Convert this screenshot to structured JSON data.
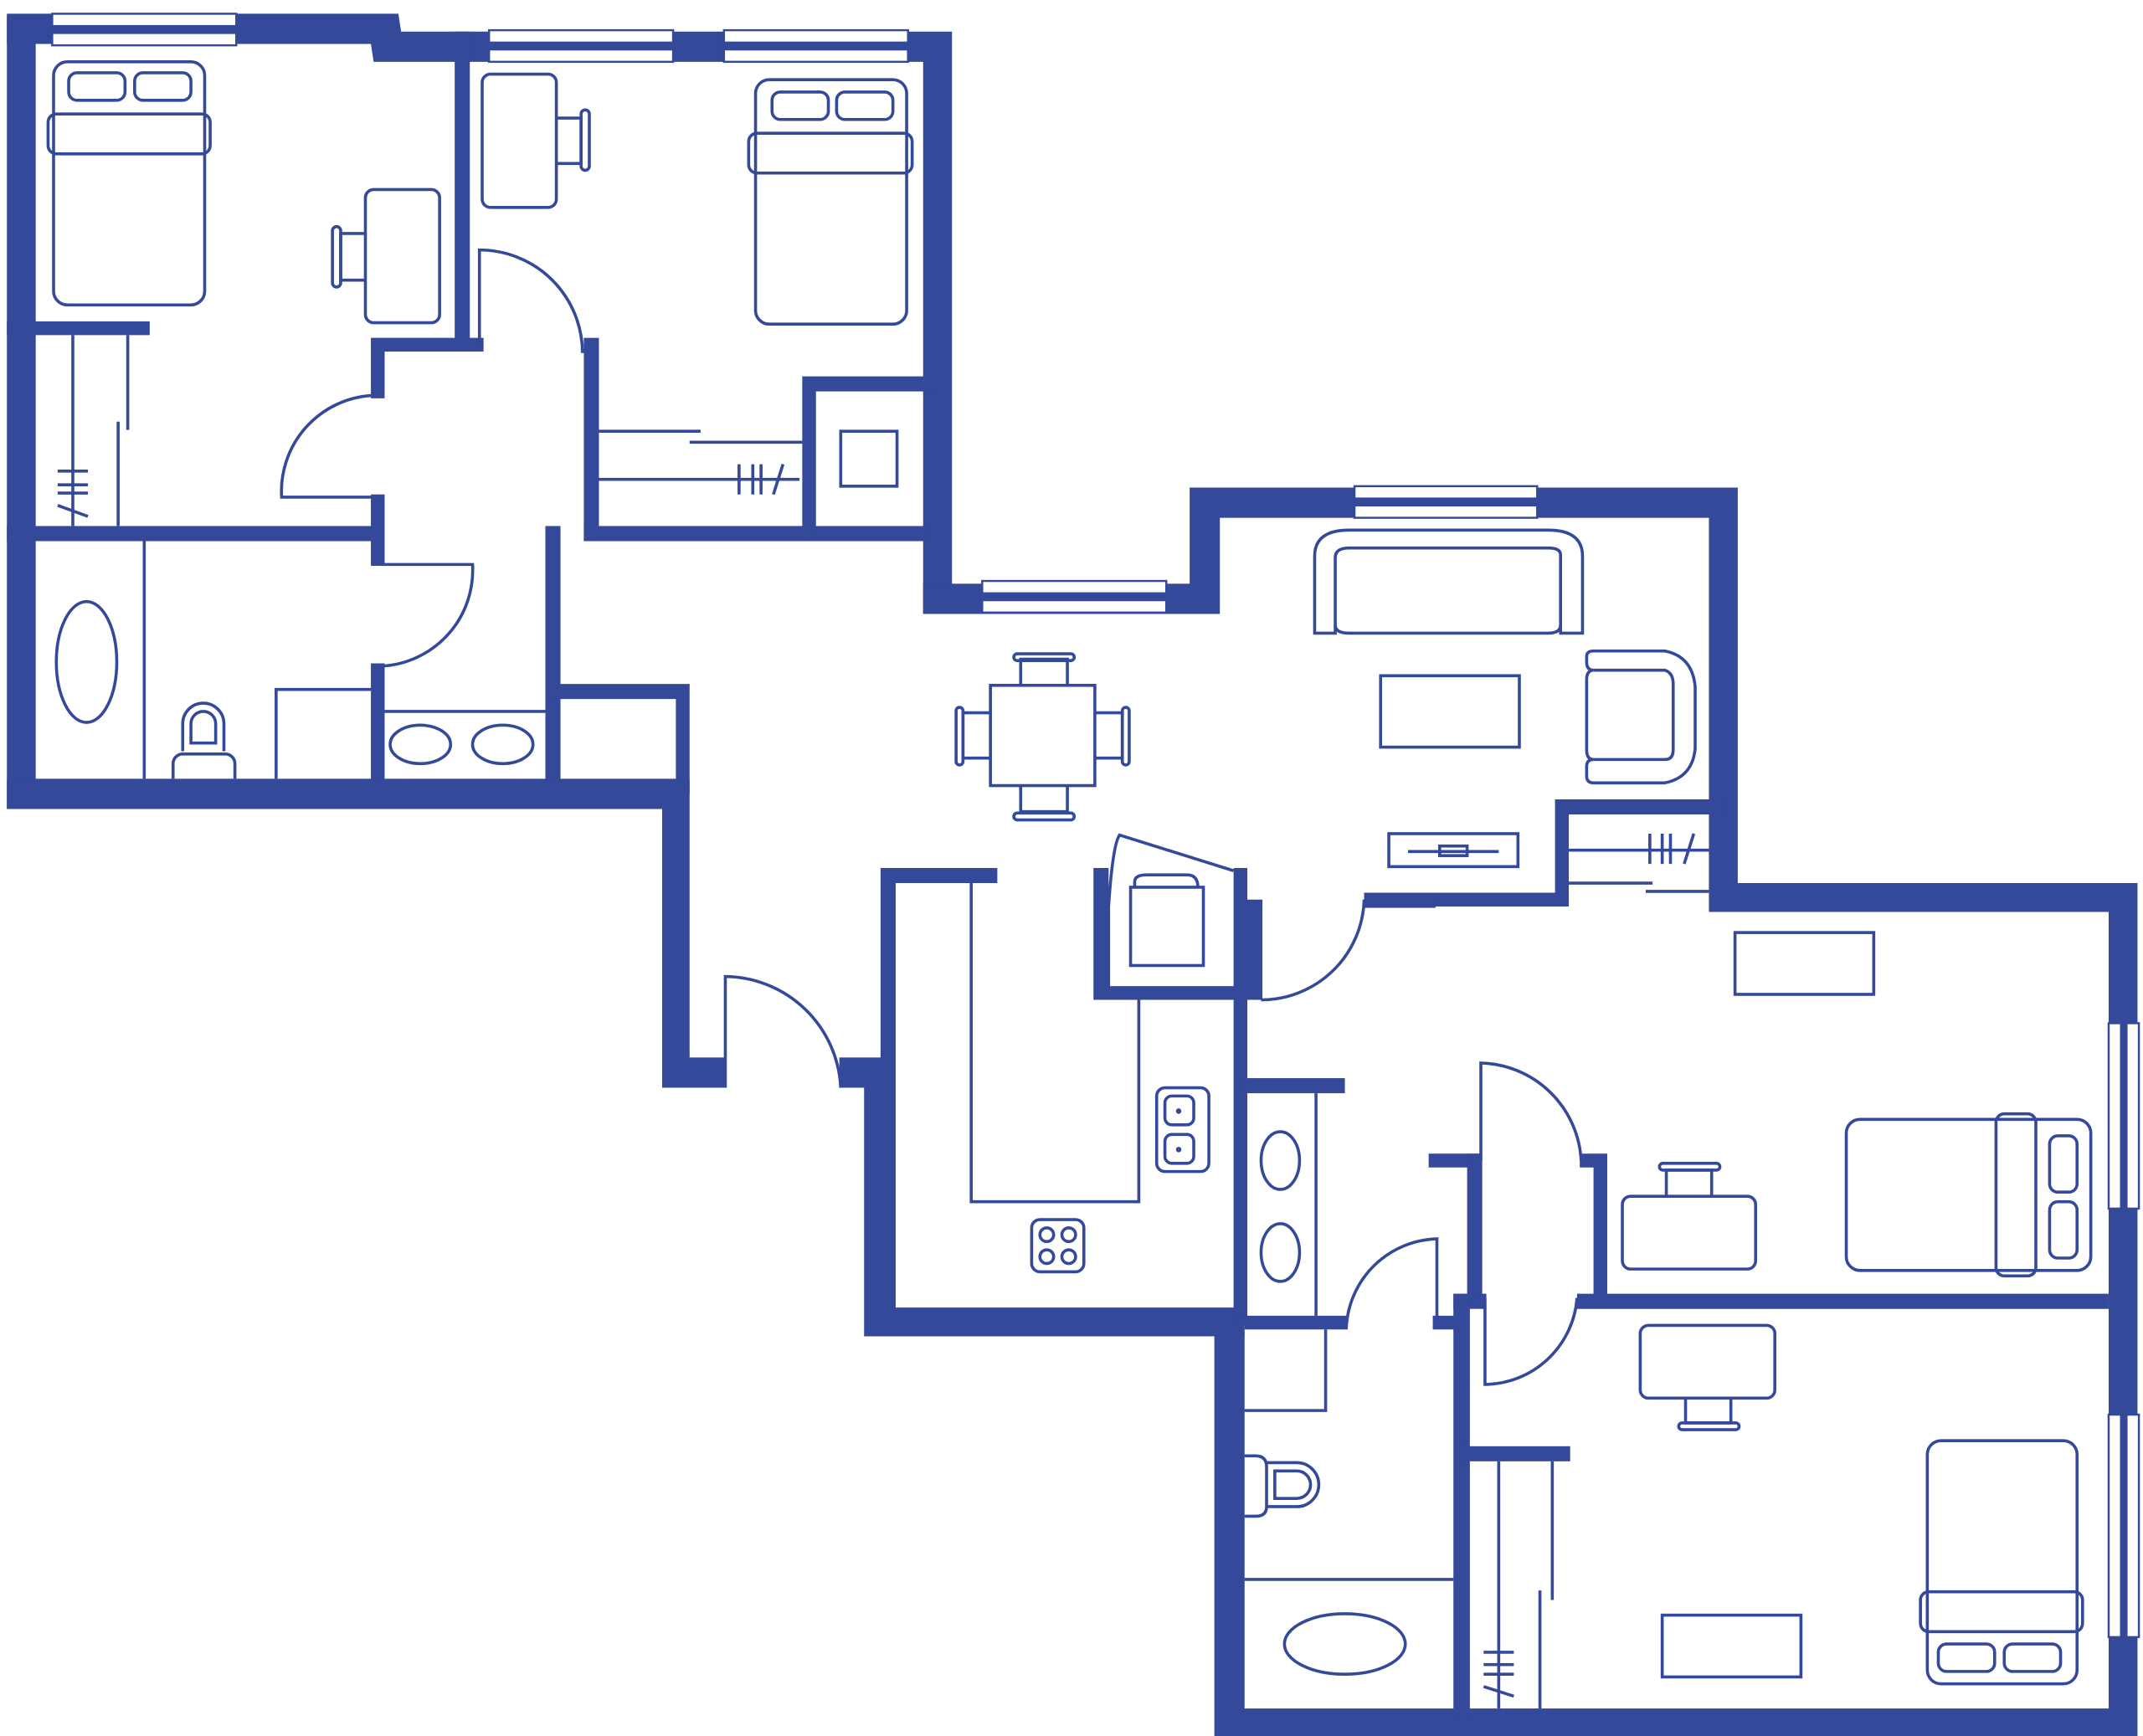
{
  "colors": {
    "wall": "#35499a",
    "background": "#ffffff"
  },
  "plan": {
    "rooms": [
      "bedroom",
      "bedroom",
      "bathroom",
      "living-dining",
      "kitchen",
      "bathroom",
      "bedroom",
      "bedroom"
    ]
  }
}
